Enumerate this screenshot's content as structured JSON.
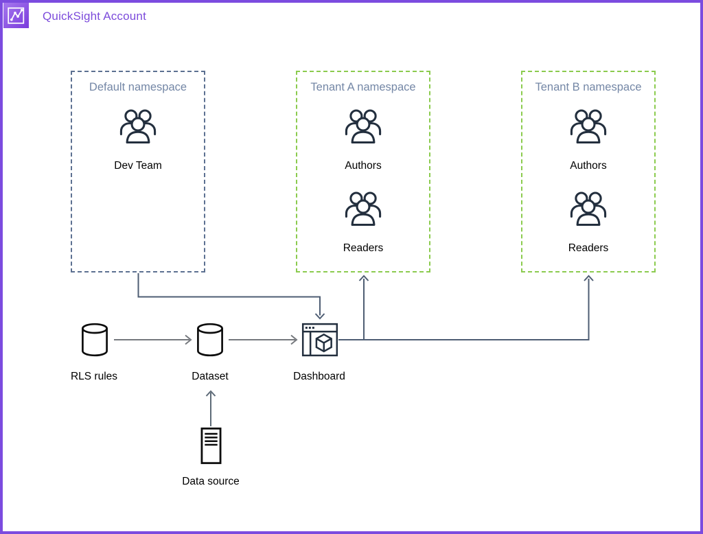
{
  "header": {
    "title": "QuickSight Account",
    "logo_icon": "quicksight-icon"
  },
  "colors": {
    "frame": "#7b4bdf",
    "header_title": "#7c4bdb",
    "namespace_title": "#7487a6",
    "blue_dashed": "#5c7091",
    "green_dashed": "#8bcb4e",
    "icon_navy": "#232f3e",
    "icon_black": "#0d0d0d",
    "connector_slate": "#4e5d73",
    "connector_gray": "#75787d",
    "connector_mid": "#5d6a77",
    "label": "#000000"
  },
  "namespaces": [
    {
      "title": "Default namespace",
      "border": "blue-dashed",
      "groups": [
        {
          "icon": "users-icon",
          "label": "Dev Team"
        }
      ]
    },
    {
      "title": "Tenant A namespace",
      "border": "green-dashed",
      "groups": [
        {
          "icon": "users-icon",
          "label": "Authors"
        },
        {
          "icon": "users-icon",
          "label": "Readers"
        }
      ]
    },
    {
      "title": "Tenant B namespace",
      "border": "green-dashed",
      "groups": [
        {
          "icon": "users-icon",
          "label": "Authors"
        },
        {
          "icon": "users-icon",
          "label": "Readers"
        }
      ]
    }
  ],
  "nodes": [
    {
      "icon": "database-icon",
      "label": "RLS rules"
    },
    {
      "icon": "database-icon",
      "label": "Dataset"
    },
    {
      "icon": "dashboard-icon",
      "label": "Dashboard"
    },
    {
      "icon": "server-icon",
      "label": "Data source"
    }
  ],
  "connections": [
    {
      "from": "Default namespace",
      "to": "Dashboard",
      "style": "elbow-arrow"
    },
    {
      "from": "RLS rules",
      "to": "Dataset",
      "style": "arrow"
    },
    {
      "from": "Dataset",
      "to": "Dashboard",
      "style": "arrow"
    },
    {
      "from": "Dashboard",
      "to": "Tenant A namespace",
      "style": "elbow-arrow"
    },
    {
      "from": "Dashboard",
      "to": "Tenant B namespace",
      "style": "elbow-arrow"
    },
    {
      "from": "Data source",
      "to": "Dataset",
      "style": "arrow"
    }
  ]
}
